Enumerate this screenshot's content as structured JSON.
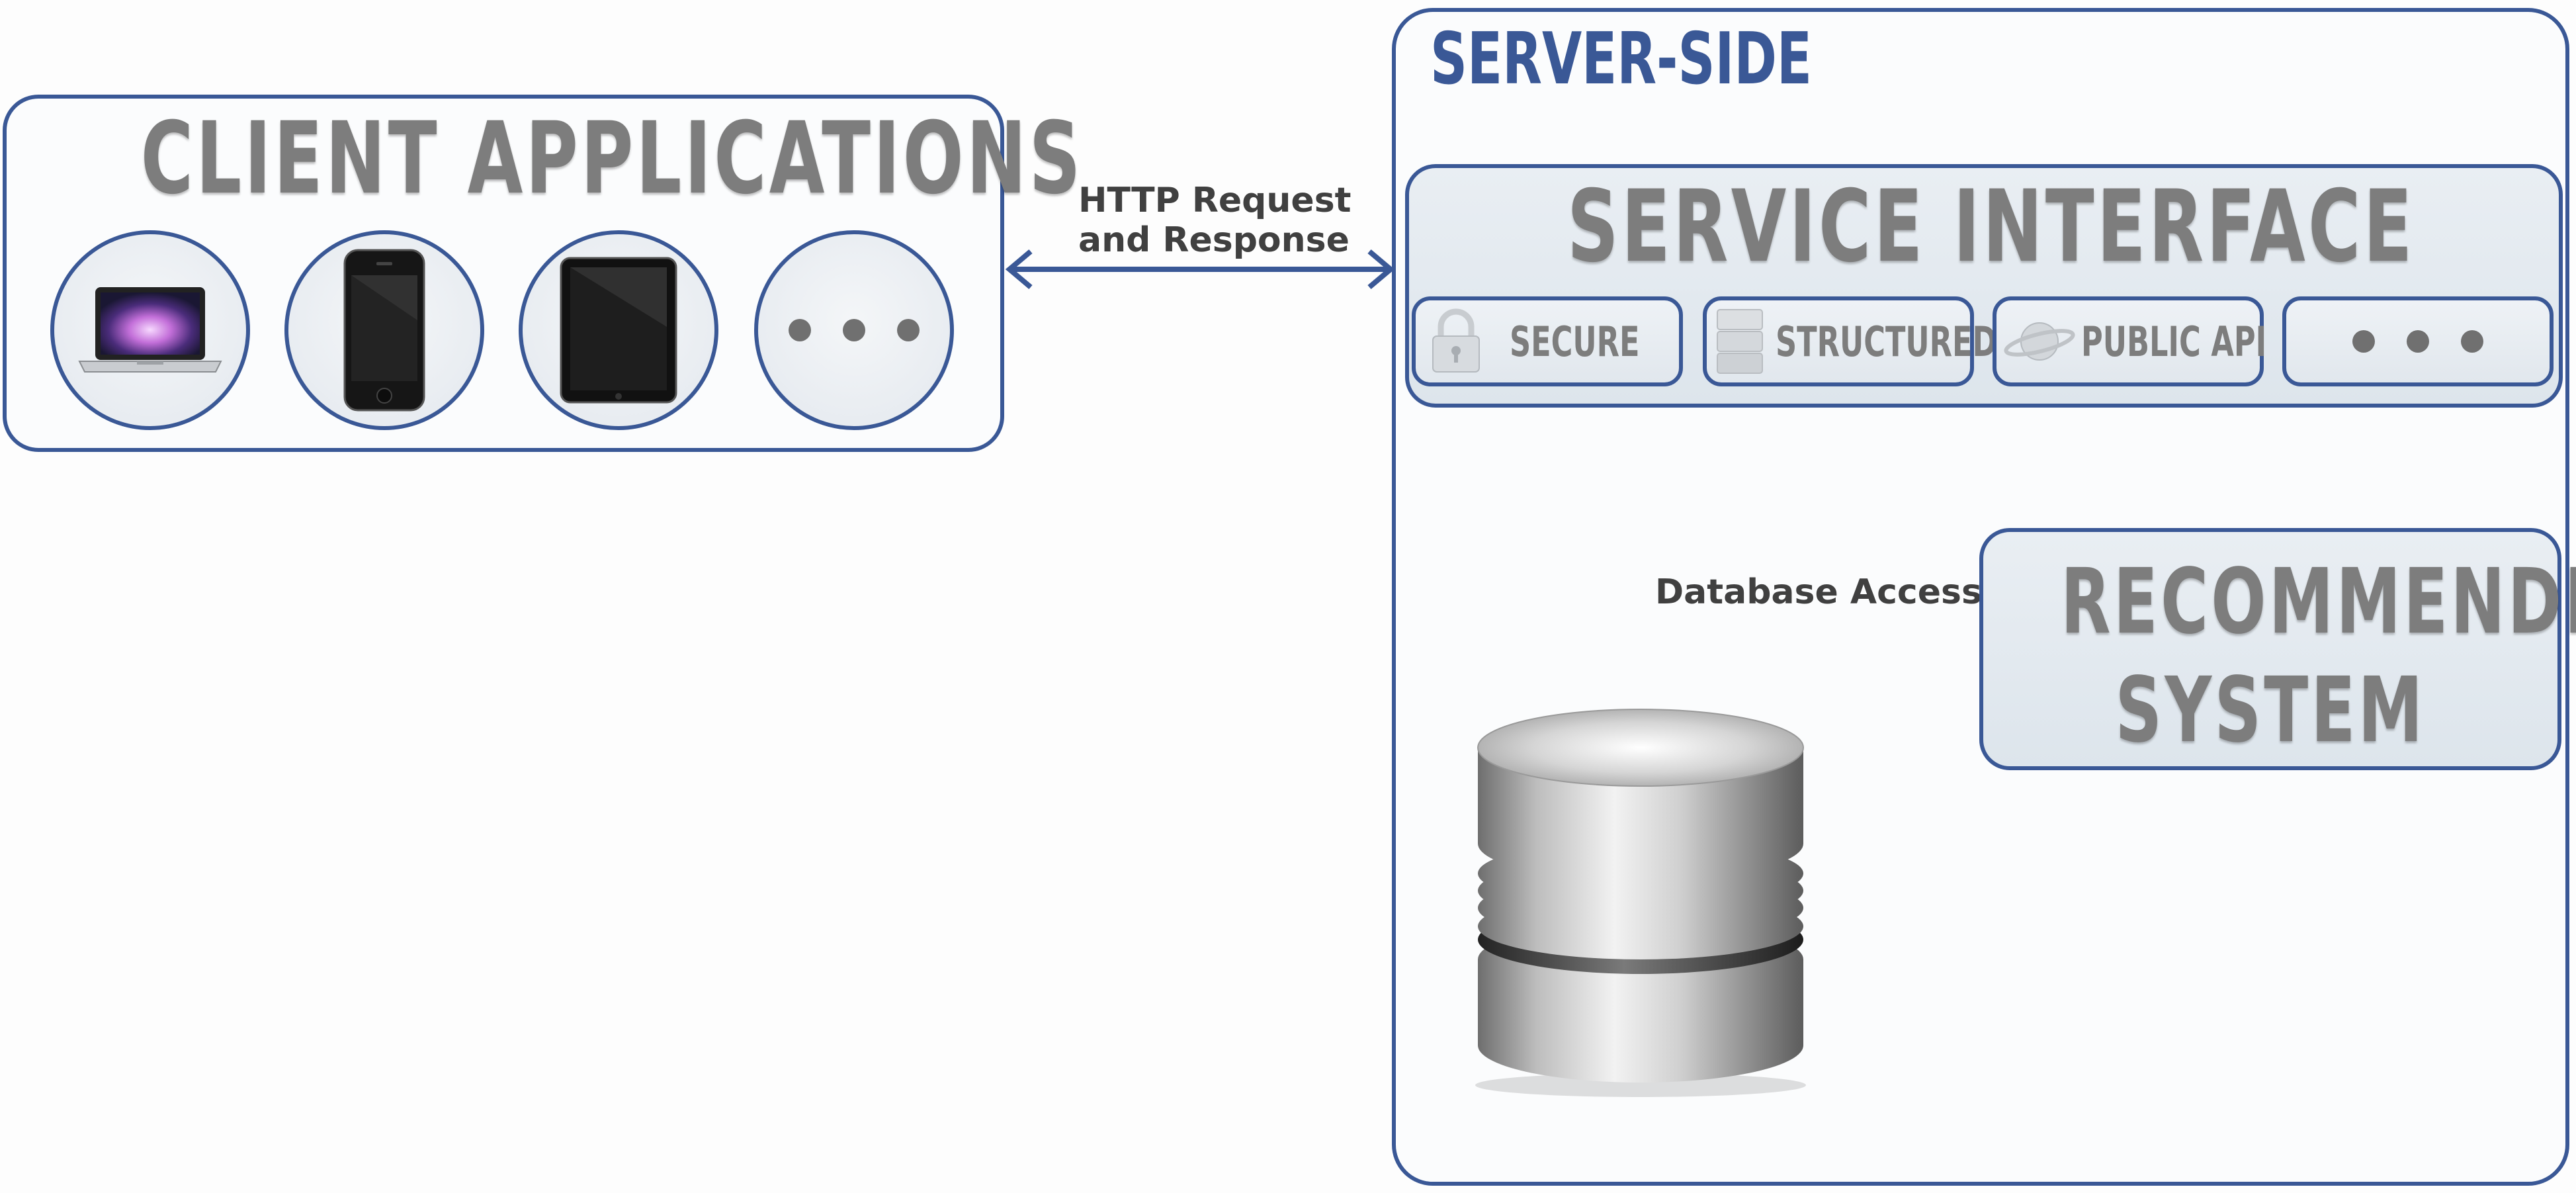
{
  "client": {
    "title": "CLIENT APPLICATIONS",
    "devices": [
      "laptop-icon",
      "smartphone-icon",
      "tablet-icon",
      "more-icon"
    ]
  },
  "connection": {
    "http_line1": "HTTP Request",
    "http_line2": "and Response",
    "db_label": "Database Access"
  },
  "server": {
    "title": "SERVER-SIDE",
    "service_interface": {
      "title": "SERVICE INTERFACE",
      "features": [
        {
          "label": "SECURE",
          "icon": "lock-icon"
        },
        {
          "label": "STRUCTURED",
          "icon": "stack-icon"
        },
        {
          "label": "PUBLIC API",
          "icon": "planet-icon"
        },
        {
          "label": "",
          "icon": "more-icon"
        }
      ]
    },
    "recommender": {
      "line1": "RECOMMENDER",
      "line2": "SYSTEM"
    },
    "database": {
      "icon": "database-icon"
    }
  },
  "colors": {
    "accent": "#3a5896",
    "title_gray": "#7d7d7d",
    "label_dark": "#404040"
  }
}
